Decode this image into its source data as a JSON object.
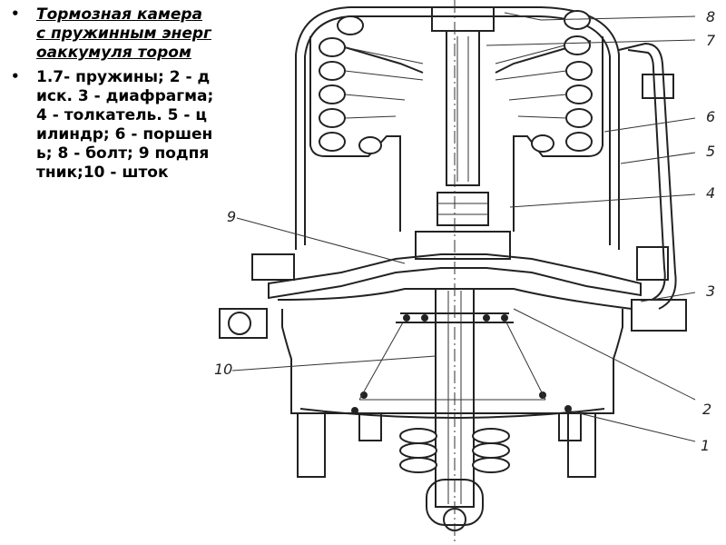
{
  "caption": {
    "title": "Тормозная камера с пружинным энергоаккумуля тором",
    "legend": "1.7- пружины; 2 - диск. 3 - диафрагма; 4 - толкатель. 5 - цилиндр; 6 - поршень; 8 - болт; 9 подпятник;10 - шток",
    "bullet": "•"
  },
  "callouts": [
    "8",
    "7",
    "6",
    "5",
    "4",
    "9",
    "3",
    "10",
    "2",
    "1"
  ]
}
